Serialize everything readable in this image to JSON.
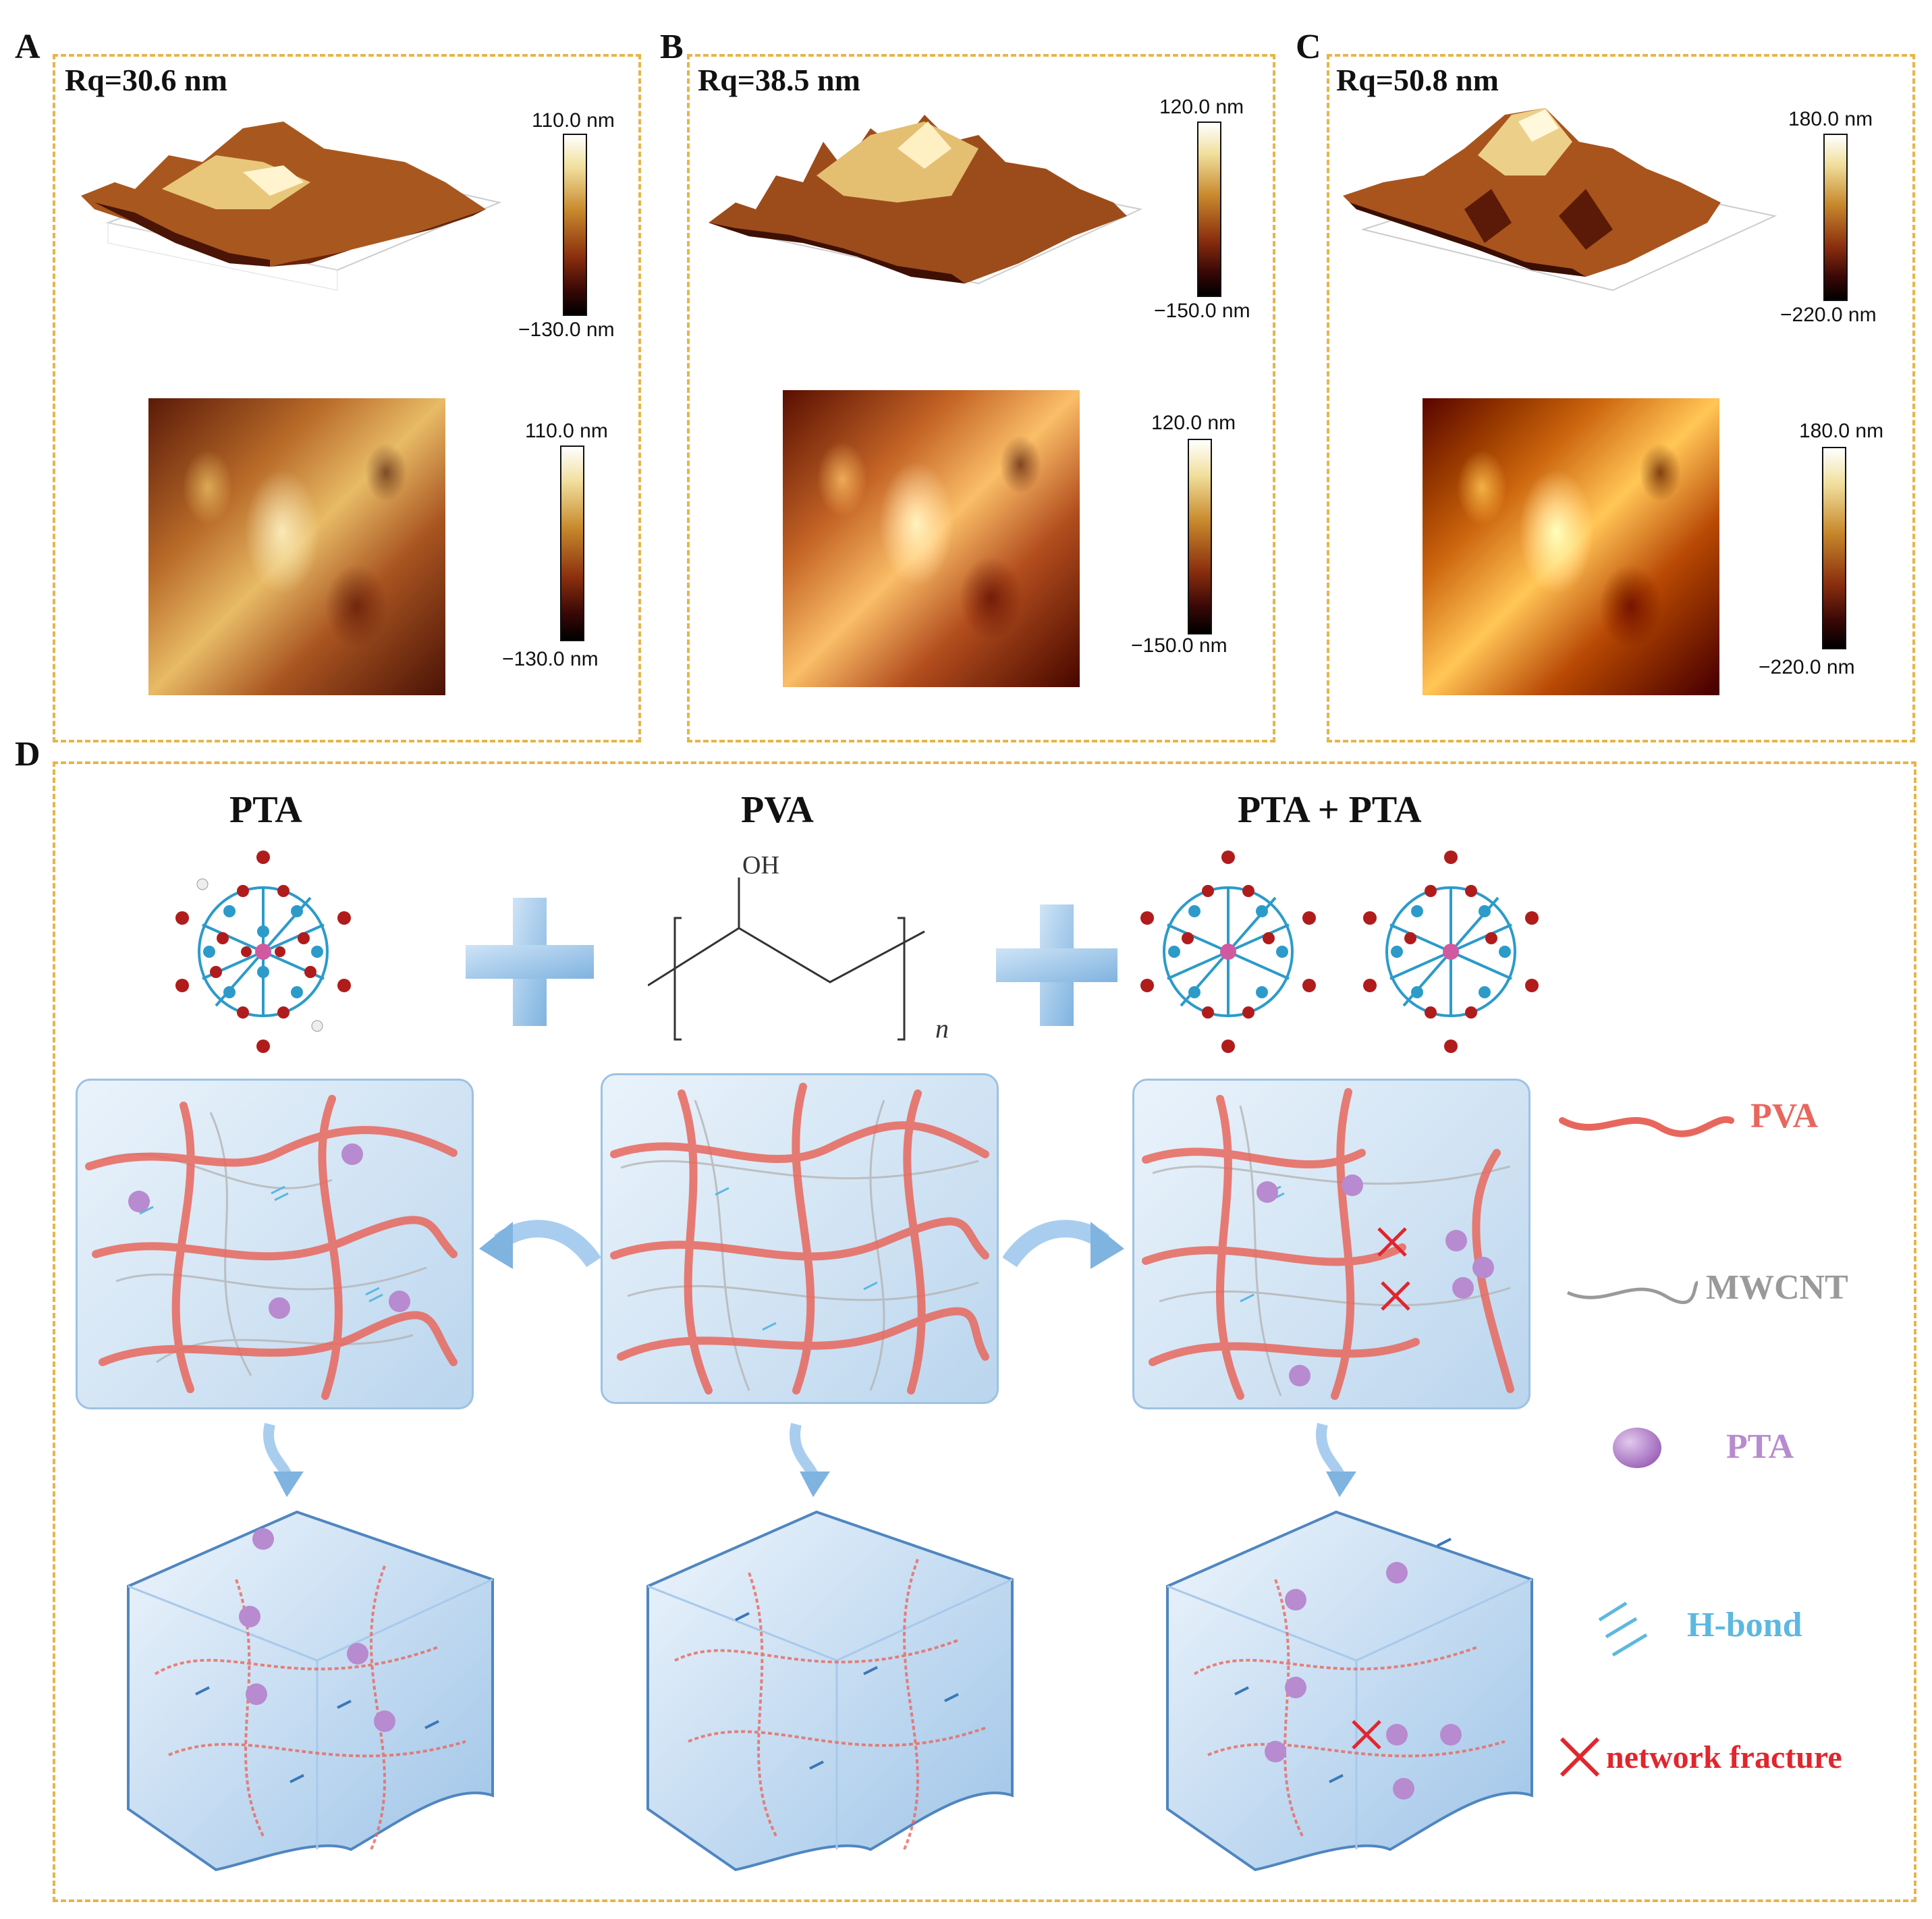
{
  "panels": {
    "A": {
      "letter": "A",
      "rq": "Rq=30.6 nm",
      "cb_top": "110.0 nm",
      "cb_bottom": "−130.0 nm",
      "cb2_top": "110.0 nm",
      "cb2_bottom": "−130.0 nm"
    },
    "B": {
      "letter": "B",
      "rq": "Rq=38.5 nm",
      "cb_top": "120.0 nm",
      "cb_bottom": "−150.0 nm",
      "cb2_top": "120.0 nm",
      "cb2_bottom": "−150.0 nm"
    },
    "C": {
      "letter": "C",
      "rq": "Rq=50.8 nm",
      "cb_top": "180.0 nm",
      "cb_bottom": "−220.0 nm",
      "cb2_top": "180.0 nm",
      "cb2_bottom": "−220.0 nm"
    },
    "D": {
      "letter": "D"
    }
  },
  "scheme": {
    "title_left": "PTA",
    "title_mid": "PVA",
    "title_right": "PTA + PTA",
    "oh_label": "OH",
    "n_label": "n"
  },
  "legend": {
    "pva": "PVA",
    "mwcnt": "MWCNT",
    "pta": "PTA",
    "hbond": "H-bond",
    "fracture": "network fracture"
  },
  "colors": {
    "dash_border": "#e6b54a",
    "pva": "#e8675d",
    "mwcnt": "#9a9a9a",
    "pta": "#b88ad0",
    "hbond": "#5cb8e0",
    "fracture": "#e0262e"
  }
}
